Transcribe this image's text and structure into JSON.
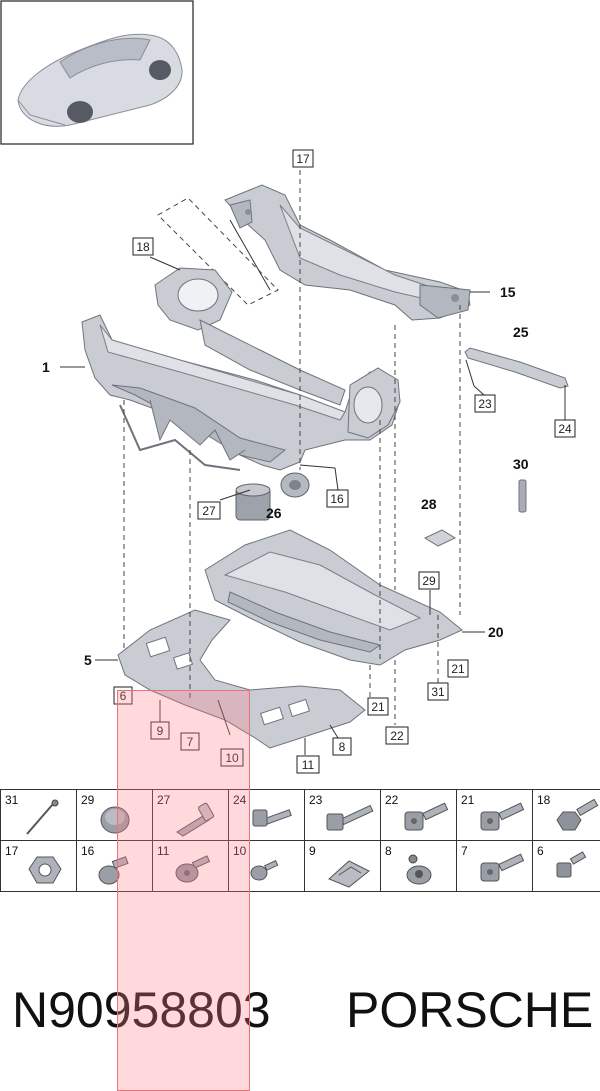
{
  "callouts": {
    "c17": "17",
    "c18": "18",
    "c1": "1",
    "c15": "15",
    "c25": "25",
    "c23": "23",
    "c24": "24",
    "c30": "30",
    "c27": "27",
    "c26": "26",
    "c16": "16",
    "c28": "28",
    "c29": "29",
    "c20": "20",
    "c21a": "21",
    "c31": "31",
    "c5": "5",
    "c6": "6",
    "c9": "9",
    "c7": "7",
    "c10": "10",
    "c8": "8",
    "c11": "11",
    "c21b": "21",
    "c22": "22"
  },
  "parts_table": [
    [
      {
        "num": "31",
        "icon": "cable-tie-icon"
      },
      {
        "num": "29",
        "icon": "rubber-plug-icon"
      },
      {
        "num": "27",
        "icon": "expanding-rivet-icon"
      },
      {
        "num": "24",
        "icon": "flange-bolt-icon"
      },
      {
        "num": "23",
        "icon": "long-bolt-icon"
      },
      {
        "num": "22",
        "icon": "torx-bolt-icon"
      },
      {
        "num": "21",
        "icon": "torx-bolt-icon"
      },
      {
        "num": "18",
        "icon": "hex-bolt-icon"
      }
    ],
    [
      {
        "num": "17",
        "icon": "hex-nut-icon"
      },
      {
        "num": "16",
        "icon": "carriage-bolt-icon"
      },
      {
        "num": "11",
        "icon": "pan-head-screw-icon"
      },
      {
        "num": "10",
        "icon": "small-screw-icon"
      },
      {
        "num": "9",
        "icon": "speed-clip-icon"
      },
      {
        "num": "8",
        "icon": "cage-nut-icon"
      },
      {
        "num": "7",
        "icon": "torx-bolt-icon"
      },
      {
        "num": "6",
        "icon": "small-bolt-icon"
      }
    ]
  ],
  "footer": {
    "part_number": "N90958803",
    "brand": "PORSCHE"
  }
}
